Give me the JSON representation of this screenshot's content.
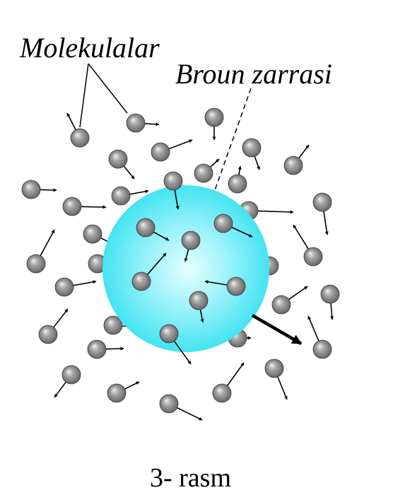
{
  "labels": {
    "molecules": "Molekulalar",
    "brownian_particle": "Broun zarrasi"
  },
  "caption": "3- rasm",
  "colors": {
    "particle": "#33e0f0",
    "particle_highlight": "#e6feff",
    "molecule": "#7a7a7a",
    "molecule_highlight": "#f2f2f2",
    "arrow": "#000000"
  },
  "elements": {
    "brownian_particle": "large-cyan-sphere",
    "molecule": "small-gray-sphere-with-velocity-arrow",
    "resultant_arrow": "thick-arrow"
  }
}
